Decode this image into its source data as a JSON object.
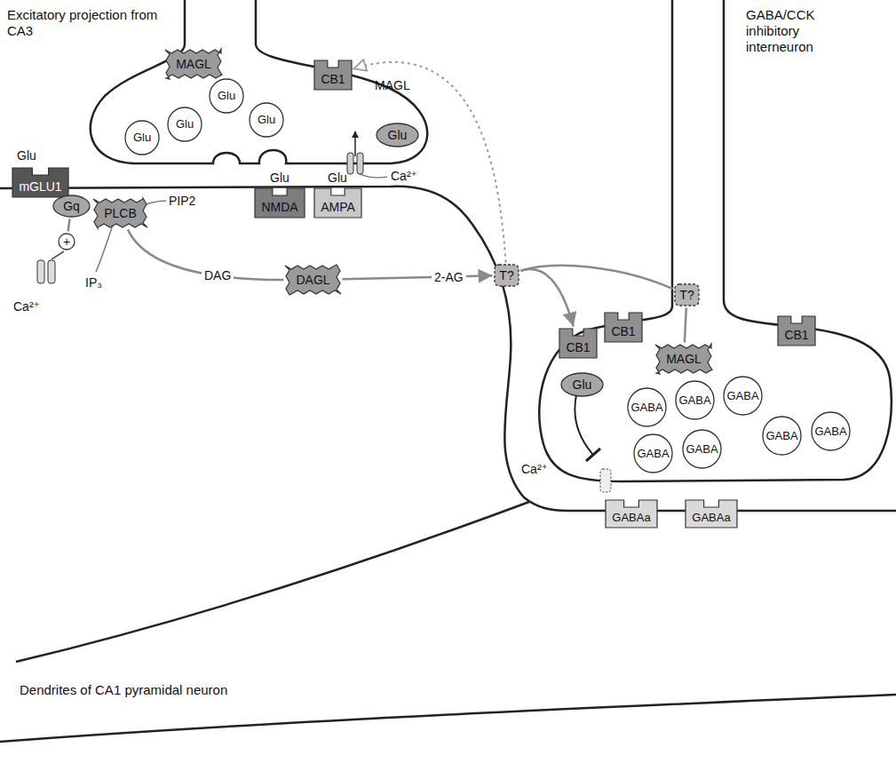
{
  "diagram": {
    "nodes": [
      {
        "text": [
          "MAGL"
        ]
      },
      {
        "text": [
          "CB1"
        ]
      },
      {
        "text": [
          "Glu"
        ]
      },
      {
        "text": [
          "Glu"
        ]
      },
      {
        "text": [
          "Glu"
        ]
      },
      {
        "text": [
          "Glu"
        ]
      },
      {
        "text": [
          "Glu"
        ]
      },
      {
        "text": [
          "mGLU1"
        ]
      },
      {
        "text": [
          "Gq"
        ]
      },
      {
        "text": [
          "PLCB"
        ]
      },
      {
        "text": [
          "NMDA"
        ]
      },
      {
        "text": [
          "AMPA"
        ]
      },
      {
        "text": [
          "+"
        ]
      },
      {
        "text": [
          "DAGL"
        ]
      },
      {
        "text": [
          "T?"
        ]
      },
      {
        "text": [
          "T?"
        ]
      },
      {
        "text": [
          "CB1"
        ]
      },
      {
        "text": [
          "CB1"
        ]
      },
      {
        "text": [
          "MAGL"
        ]
      },
      {
        "text": [
          "CB1"
        ]
      },
      {
        "text": [
          "Glu"
        ]
      },
      {
        "text": [
          "GABA"
        ]
      },
      {
        "text": [
          "GABA"
        ]
      },
      {
        "text": [
          "GABA"
        ]
      },
      {
        "text": [
          "GABA"
        ]
      },
      {
        "text": [
          "GABA"
        ]
      },
      {
        "text": [
          "GABA"
        ]
      },
      {
        "text": [
          "GABA"
        ]
      },
      {
        "text": [
          "GABAa"
        ]
      },
      {
        "text": [
          "GABAa"
        ]
      }
    ],
    "edges": [
      {
        "from": 8,
        "to": 12,
        "arrow": "none"
      },
      {
        "from": 9,
        "to": 13,
        "label": "DAG",
        "arrow": "none"
      },
      {
        "from": 13,
        "to": 14,
        "label": "2-AG",
        "arrow": "to"
      },
      {
        "from": 14,
        "to": 16,
        "arrow": "to"
      },
      {
        "from": 14,
        "to": 15,
        "arrow": "none"
      },
      {
        "from": 14,
        "to": 1,
        "arrow": "to"
      },
      {
        "from": 15,
        "to": 18,
        "arrow": "none"
      }
    ],
    "labels": [
      "Excitatory projection from CA3",
      "GABA/CCK inhibitory interneuron",
      "MAGL",
      "Ca²⁺",
      "Glu",
      "Glu",
      "Glu",
      "PIP2",
      "IP₃",
      "Ca²⁺",
      "Ca²⁺",
      "Dendrites of CA1 pyramidal neuron"
    ]
  }
}
